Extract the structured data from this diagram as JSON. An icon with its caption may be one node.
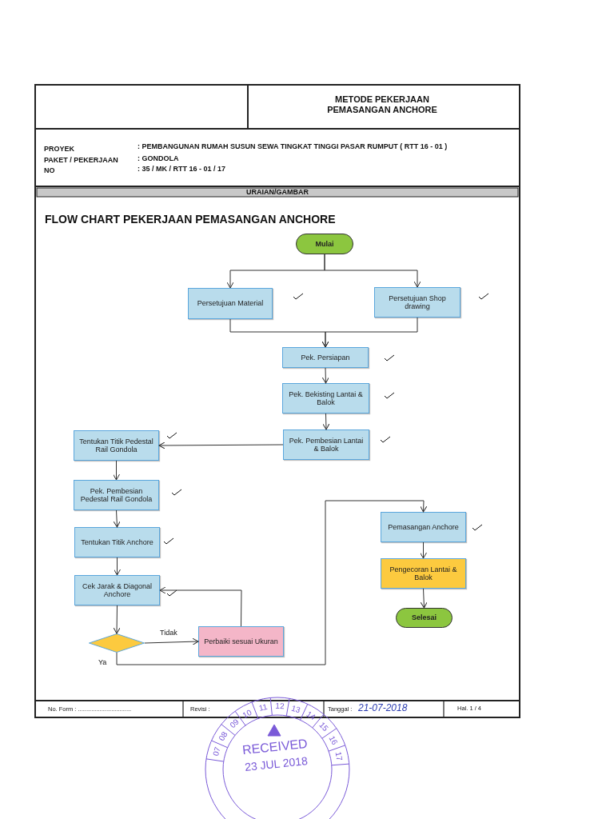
{
  "diagram": {
    "title": "FLOW CHART PEKERJAAN PEMASANGAN ANCHORE",
    "nodes": [
      {
        "text": [
          "Mulai"
        ]
      },
      {
        "text": [
          "Persetujuan Material"
        ]
      },
      {
        "text": [
          "Persetujuan Shop drawing"
        ]
      },
      {
        "text": [
          "Pek. Persiapan"
        ]
      },
      {
        "text": [
          "Pek. Bekisting Lantai & Balok"
        ]
      },
      {
        "text": [
          "Pek. Pembesian Lantai & Balok"
        ]
      },
      {
        "text": [
          "Tentukan Titik Pedestal Rail Gondola"
        ]
      },
      {
        "text": [
          "Pek. Pembesian Pedestal Rail Gondola"
        ]
      },
      {
        "text": [
          "Tentukan Titik Anchore"
        ]
      },
      {
        "text": [
          "Cek Jarak & Diagonal Anchore"
        ]
      },
      {
        "text": [],
        "shape": "diamond"
      },
      {
        "text": [
          "Perbaiki sesuai Ukuran"
        ]
      },
      {
        "text": [
          "Pemasangan Anchore"
        ]
      },
      {
        "text": [
          "Pengecoran Lantai & Balok"
        ]
      },
      {
        "text": [
          "Selesai"
        ]
      }
    ],
    "edges": [
      {
        "from": 0,
        "to": 1,
        "arrow": "to"
      },
      {
        "from": 0,
        "to": 2,
        "arrow": "to"
      },
      {
        "from": 1,
        "to": 3,
        "arrow": "to"
      },
      {
        "from": 2,
        "to": 3,
        "arrow": "to"
      },
      {
        "from": 3,
        "to": 4,
        "arrow": "to"
      },
      {
        "from": 4,
        "to": 5,
        "arrow": "to"
      },
      {
        "from": 5,
        "to": 6,
        "arrow": "to"
      },
      {
        "from": 6,
        "to": 7,
        "arrow": "to"
      },
      {
        "from": 7,
        "to": 8,
        "arrow": "to"
      },
      {
        "from": 8,
        "to": 9,
        "arrow": "to"
      },
      {
        "from": 9,
        "to": 10,
        "arrow": "to"
      },
      {
        "from": 10,
        "to": 11,
        "arrow": "to",
        "label": "Tidak"
      },
      {
        "from": 11,
        "to": 9,
        "arrow": "to"
      },
      {
        "from": 10,
        "to": 12,
        "arrow": "to",
        "label": "Ya"
      },
      {
        "from": 12,
        "to": 13,
        "arrow": "to"
      },
      {
        "from": 13,
        "to": 14,
        "arrow": "to"
      }
    ],
    "labels": [
      "METODE PEKERJAAN PEMASANGAN ANCHORE",
      "PROYEK",
      ": PEMBANGUNAN RUMAH SUSUN SEWA TINGKAT TINGGI PASAR RUMPUT ( RTT 16 - 01 )",
      "PAKET / PEKERJAAN",
      ": GONDOLA",
      "NO",
      ": 35 / MK / RTT 16 - 01 / 17",
      "URAIAN/GAMBAR",
      "No. Form : ................................",
      "Revisi :",
      "Tanggal :",
      "21-07-2018",
      "Hal. 1 / 4",
      "RECEIVED",
      "23 JUL 2018",
      "07",
      "08",
      "09",
      "10",
      "11",
      "12",
      "13",
      "14",
      "15",
      "16",
      "17"
    ]
  }
}
